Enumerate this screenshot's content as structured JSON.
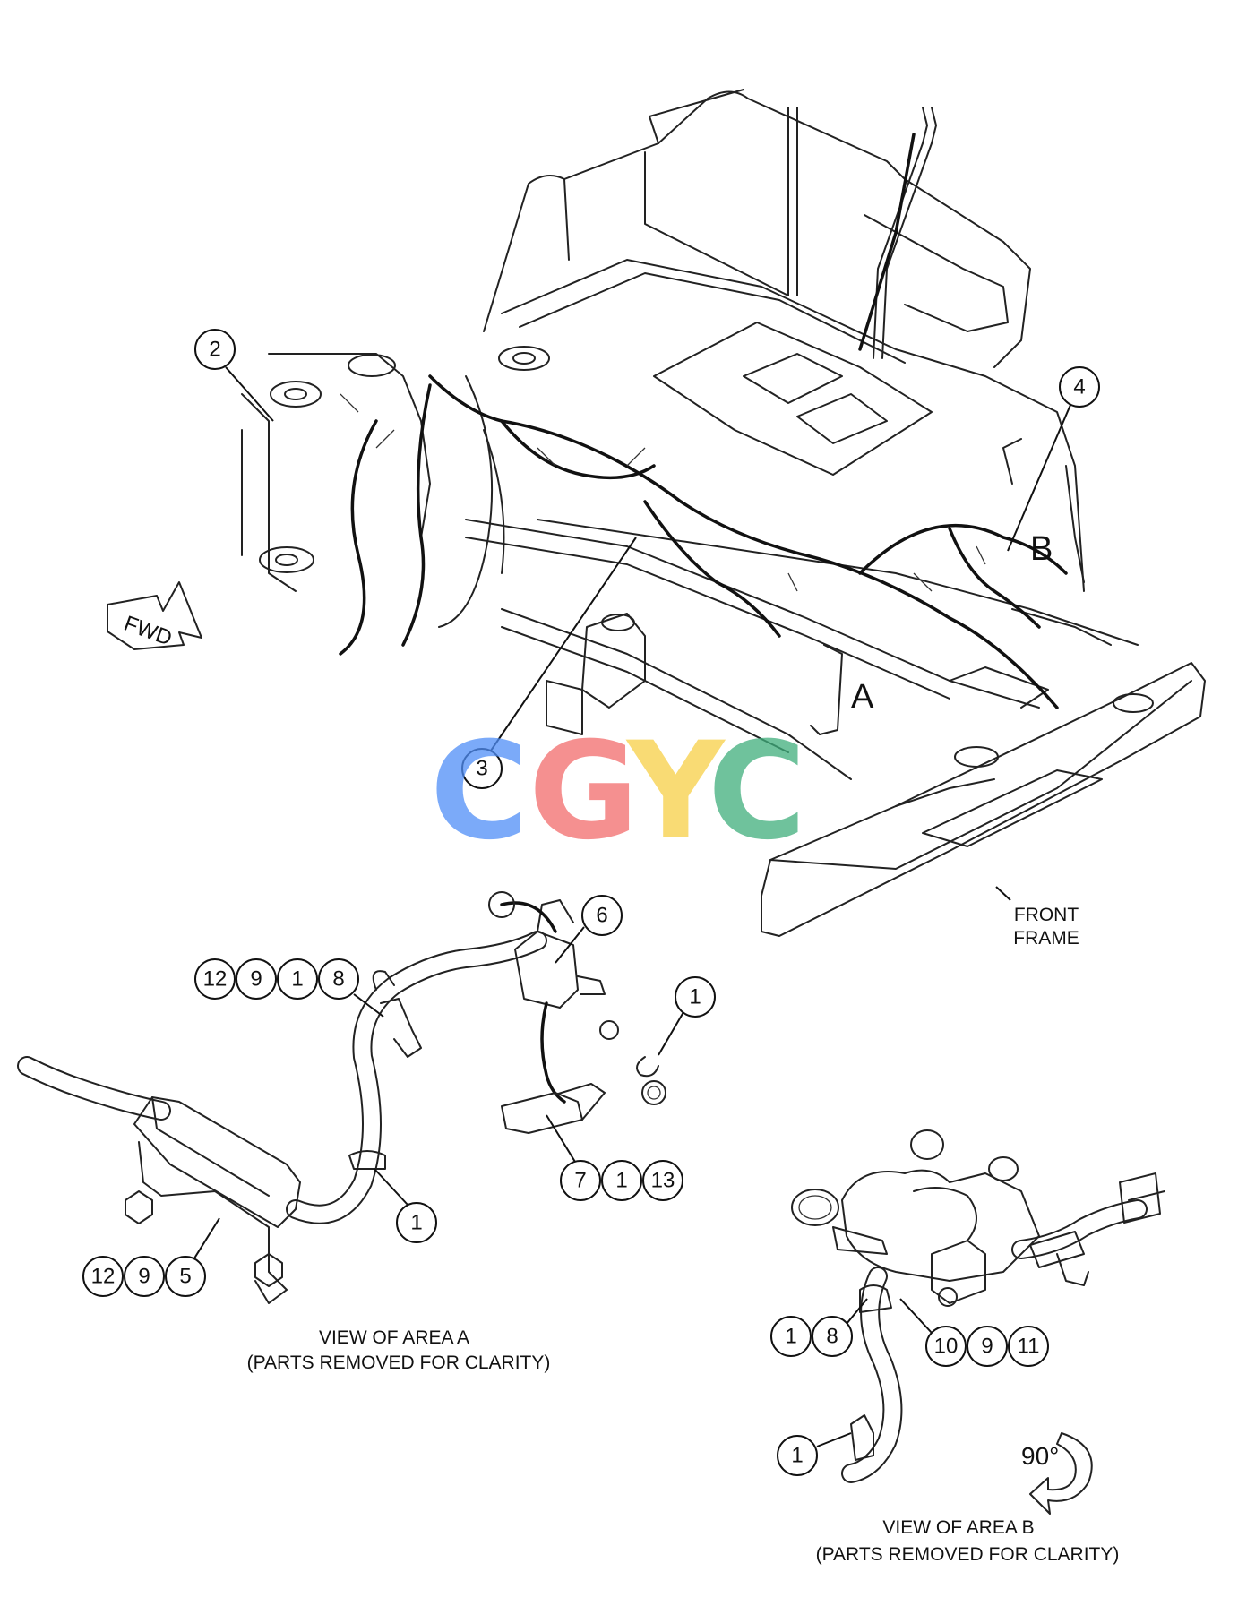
{
  "labels": {
    "area_a": "A",
    "area_b": "B",
    "fwd": "FWD",
    "front_frame_line1": "FRONT",
    "front_frame_line2": "FRAME",
    "view_a_line1": "VIEW OF AREA A",
    "view_a_line2": "(PARTS REMOVED FOR CLARITY)",
    "view_b_line1": "VIEW OF AREA B",
    "view_b_line2": "(PARTS REMOVED FOR CLARITY)",
    "rotation": "90°"
  },
  "watermark": {
    "letters": [
      "C",
      "G",
      "Y",
      "C"
    ],
    "colors": [
      "#4f8ef7",
      "#f26b6b",
      "#f7d046",
      "#3fae7c"
    ]
  },
  "callouts": {
    "main": [
      "2",
      "3",
      "4"
    ],
    "view_a": {
      "group_top": [
        "12",
        "9",
        "1",
        "8"
      ],
      "item_6": "6",
      "item_1_right": "1",
      "group_bottom_right": [
        "7",
        "1",
        "13"
      ],
      "item_1_mid": "1",
      "group_bottom_left": [
        "12",
        "9",
        "5"
      ]
    },
    "view_b": {
      "group_left": [
        "1",
        "8"
      ],
      "group_right": [
        "10",
        "9",
        "11"
      ],
      "item_1_bottom": "1"
    }
  }
}
